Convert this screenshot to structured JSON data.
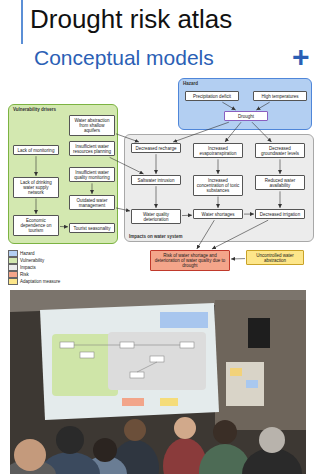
{
  "diagram": {
    "title": "Drought risk atlas",
    "nodes": [
      {
        "text": [
          "Hazard"
        ]
      },
      {
        "text": [
          "Precipitation deficit"
        ],
        "in": 0
      },
      {
        "text": [
          "High temperatures"
        ],
        "in": 0
      },
      {
        "text": [
          "Drought"
        ],
        "in": 0
      },
      {
        "text": [
          "Vulnerability drivers"
        ]
      },
      {
        "text": [
          "Water abstraction from shallow aquifers"
        ],
        "in": 4
      },
      {
        "text": [
          "Insufficient water resources planning"
        ],
        "in": 4
      },
      {
        "text": [
          "Lack of monitoring"
        ],
        "in": 4
      },
      {
        "text": [
          "Insufficient water quality monitoring"
        ],
        "in": 4
      },
      {
        "text": [
          "Lack of drinking water supply network"
        ],
        "in": 4
      },
      {
        "text": [
          "Outdated water management"
        ],
        "in": 4
      },
      {
        "text": [
          "Economic dependence on tourism"
        ],
        "in": 4
      },
      {
        "text": [
          "Tourist seasonality"
        ],
        "in": 4
      },
      {
        "text": [
          "Impacts on water system"
        ]
      },
      {
        "text": [
          "Decreased recharge"
        ],
        "in": 13
      },
      {
        "text": [
          "Increased evapotranspiration"
        ],
        "in": 13
      },
      {
        "text": [
          "Decreased groundwater levels"
        ],
        "in": 13
      },
      {
        "text": [
          "Saltwater intrusion"
        ],
        "in": 13
      },
      {
        "text": [
          "Increased concentration of toxic substances"
        ],
        "in": 13
      },
      {
        "text": [
          "Reduced water availability"
        ],
        "in": 13
      },
      {
        "text": [
          "Water quality deterioration"
        ],
        "in": 13
      },
      {
        "text": [
          "Water shortages"
        ],
        "in": 13
      },
      {
        "text": [
          "Decreased irrigation"
        ],
        "in": 13
      },
      {
        "text": [
          "Risk of water shortage and deterioration of water quality due to drought"
        ]
      },
      {
        "text": [
          "Uncontrolled water abstraction"
        ]
      }
    ],
    "edges": [
      {
        "from": 1,
        "to": 3,
        "arrow": "to"
      },
      {
        "from": 2,
        "to": 3,
        "arrow": "to"
      },
      {
        "from": 3,
        "to": 14,
        "arrow": "to"
      },
      {
        "from": 3,
        "to": 15,
        "arrow": "to"
      },
      {
        "from": 3,
        "to": 16,
        "arrow": "to"
      },
      {
        "from": 5,
        "to": 14,
        "arrow": "to"
      },
      {
        "from": 6,
        "to": 17,
        "arrow": "to"
      },
      {
        "from": 7,
        "to": 9,
        "arrow": "to"
      },
      {
        "from": 9,
        "to": 11,
        "arrow": "to"
      },
      {
        "from": 11,
        "to": 12,
        "arrow": "to"
      },
      {
        "from": 8,
        "to": 10,
        "arrow": "to"
      },
      {
        "from": 10,
        "to": 20,
        "arrow": "to"
      },
      {
        "from": 14,
        "to": 17,
        "arrow": "to"
      },
      {
        "from": 15,
        "to": 18,
        "arrow": "to"
      },
      {
        "from": 16,
        "to": 19,
        "arrow": "to"
      },
      {
        "from": 17,
        "to": 20,
        "arrow": "to"
      },
      {
        "from": 18,
        "to": 21,
        "arrow": "to"
      },
      {
        "from": 19,
        "to": 22,
        "arrow": "to"
      },
      {
        "from": 20,
        "to": 21,
        "arrow": "to"
      },
      {
        "from": 21,
        "to": 22,
        "arrow": "to"
      },
      {
        "from": 21,
        "to": 23,
        "arrow": "to"
      },
      {
        "from": 22,
        "to": 23,
        "arrow": "to"
      },
      {
        "from": 24,
        "to": 23,
        "arrow": "to"
      }
    ],
    "labels": [
      "Conceptual models",
      "+"
    ],
    "legend": [
      {
        "text": "Hazard",
        "color": "#b3cff2"
      },
      {
        "text": "Vulnerability",
        "color": "#d3e8b0"
      },
      {
        "text": "Impacts",
        "color": "#ececec"
      },
      {
        "text": "Risk",
        "color": "#f4a58a"
      },
      {
        "text": "Adaptation measure",
        "color": "#fde68a"
      }
    ]
  }
}
